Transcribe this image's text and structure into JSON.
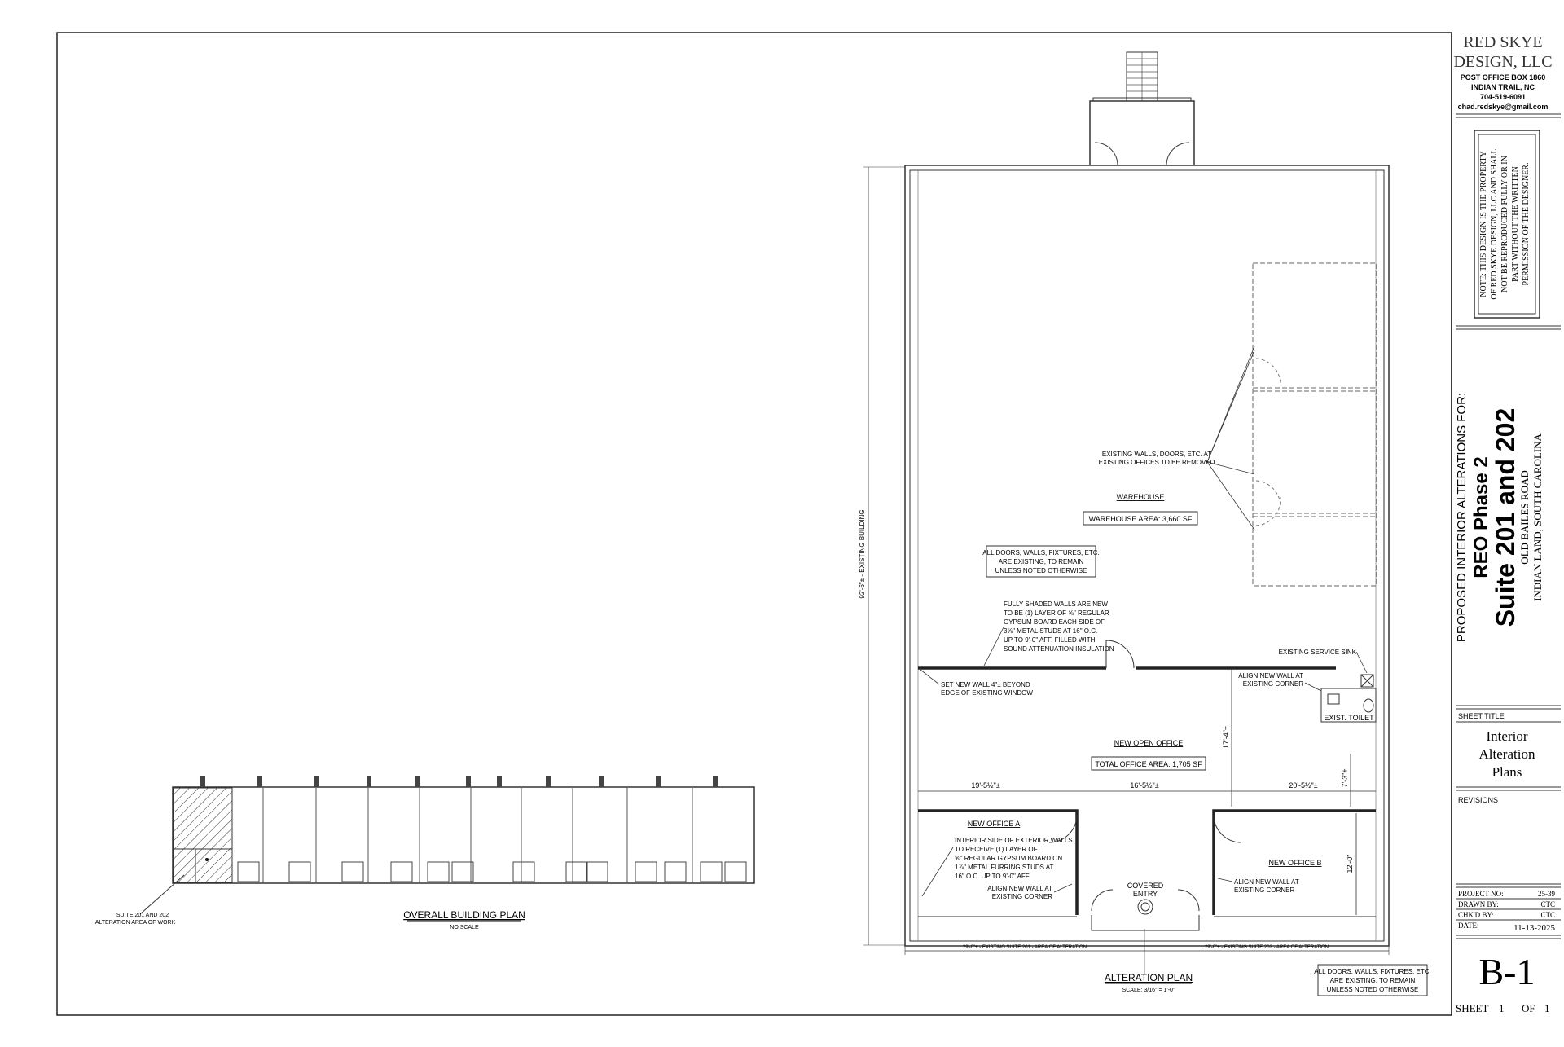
{
  "firm": {
    "name_line1": "RED SKYE",
    "name_line2": "DESIGN, LLC",
    "address1": "POST OFFICE BOX 1860",
    "address2": "INDIAN TRAIL, NC",
    "phone": "704-519-6091",
    "email": "chad.redskye@gmail.com"
  },
  "note": {
    "lines": [
      "NOTE: THIS DESIGN IS THE PROPERTY",
      "OF RED SKYE DESIGN, LLC AND SHALL",
      "NOT BE REPRODUCED FULLY OR IN",
      "PART WITHOUT THE WRITTEN",
      "PERMISSION OF THE DESIGNER."
    ]
  },
  "project": {
    "heading": "PROPOSED INTERIOR ALTERATIONS FOR:",
    "name": "REO Phase 2",
    "suites": "Suite 201 and 202",
    "road": "OLD BAILES ROAD",
    "location": "INDIAN LAND, SOUTH CAROLINA"
  },
  "sheet_title": {
    "label": "SHEET   TITLE",
    "line1": "Interior",
    "line2": "Alteration",
    "line3": "Plans"
  },
  "revisions_label": "REVISIONS",
  "info": {
    "project_no_label": "PROJECT NO:",
    "project_no": "25-39",
    "drawn_by_label": "DRAWN BY:",
    "drawn_by": "CTC",
    "chkd_by_label": "CHK'D BY:",
    "chkd_by": "CTC",
    "date_label": "DATE:",
    "date": "11-13-2025"
  },
  "sheet_number": "B-1",
  "sheet_count": {
    "sheet_label": "SHEET",
    "sheet": "1",
    "of_label": "OF",
    "total": "1"
  },
  "overall_plan": {
    "title": "OVERALL BUILDING PLAN",
    "scale": "NO SCALE",
    "callout_line1": "SUITE 201 AND 202",
    "callout_line2": "ALTERATION AREA OF WORK"
  },
  "alteration_plan": {
    "title": "ALTERATION PLAN",
    "scale": "SCALE: 3/16\" = 1'-0\"",
    "overall_dim": "92'-6\"± - EXISTING BUILDING",
    "warehouse_label": "WAREHOUSE",
    "warehouse_area": "WAREHOUSE AREA: 3,660 SF",
    "existing_walls_note": [
      "EXISTING WALLS, DOORS, ETC. AT",
      "EXISTING OFFICES TO BE REMOVED"
    ],
    "existing_note": [
      "ALL DOORS, WALLS, FIXTURES, ETC.",
      "ARE EXISTING, TO REMAIN",
      "UNLESS NOTED OTHERWISE"
    ],
    "shaded_walls_note": [
      "FULLY SHADED WALLS ARE NEW",
      "TO BE (1) LAYER OF ⅝\" REGULAR",
      "GYPSUM BOARD EACH SIDE OF",
      "3⅝\" METAL STUDS AT 16\" O.C.",
      "UP TO 9'-0\" AFF, FILLED WITH",
      "SOUND ATTENUATION INSULATION"
    ],
    "service_sink": "EXISTING SERVICE SINK",
    "align_corner_note": [
      "ALIGN NEW WALL AT",
      "EXISTING CORNER"
    ],
    "set_wall_note": [
      "SET NEW WALL 4\"± BEYOND",
      "EDGE OF EXISTING WINDOW"
    ],
    "exist_toilet": "EXIST. TOILET",
    "dim_17_4": "17'-4\"±",
    "open_office_label": "NEW OPEN OFFICE",
    "office_area": "TOTAL OFFICE AREA: 1,705 SF",
    "dim_19": "19'-5½\"±",
    "dim_16": "16'-5½\"±",
    "dim_20": "20'-5½\"±",
    "dim_7_3": "7'-3\"±",
    "office_a_label": "NEW OFFICE A",
    "interior_side_note": [
      "INTERIOR SIDE OF EXTERIOR WALLS",
      "TO RECEIVE (1) LAYER OF",
      "⅝\" REGULAR GYPSUM BOARD ON",
      "1⅞\" METAL FURRING STUDS AT",
      "16\" O.C. UP TO 9'-0\" AFF"
    ],
    "align_corner_a": [
      "ALIGN NEW WALL AT",
      "EXISTING CORNER"
    ],
    "covered_entry": [
      "COVERED",
      "ENTRY"
    ],
    "office_b_label": "NEW OFFICE B",
    "align_corner_b": [
      "ALIGN NEW WALL AT",
      "EXISTING CORNER"
    ],
    "dim_12": "12'-0\"",
    "dim_suite_201": "29'-0\"± - EXISTING SUITE 201 - AREA OF ALTERATION",
    "dim_suite_202": "29'-0\"± - EXISTING SUITE 202 - AREA OF ALTERATION",
    "bottom_note": [
      "ALL DOORS, WALLS, FIXTURES, ETC.",
      "ARE EXISTING, TO REMAIN",
      "UNLESS NOTED OTHERWISE"
    ]
  }
}
